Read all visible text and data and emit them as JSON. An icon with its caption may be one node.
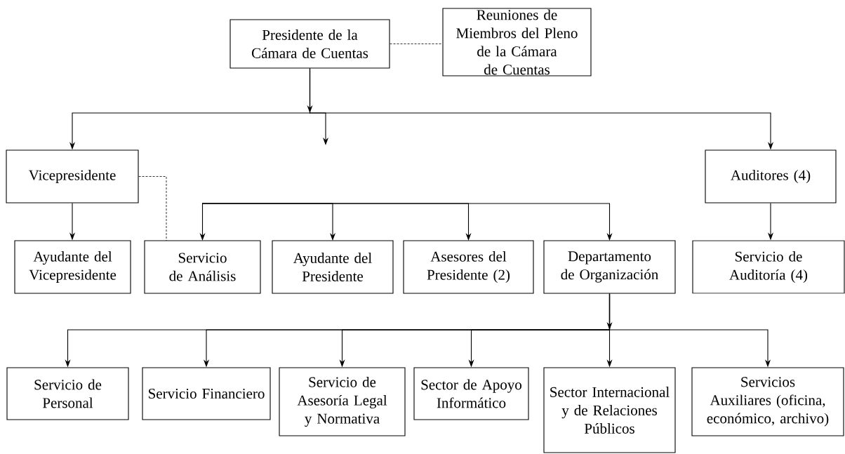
{
  "diagram": {
    "nodes": [
      {
        "text": [
          "Presidente de la Cámara de Cuentas"
        ]
      },
      {
        "text": [
          "Reuniones de Miembros del Pleno de la Cámara de Cuentas"
        ]
      },
      {
        "text": [
          "Vicepresidente"
        ]
      },
      {
        "text": [
          "Auditores (4)"
        ]
      },
      {
        "text": [
          "Ayudante del Vicepresidente"
        ]
      },
      {
        "text": [
          "Servicio de Análisis"
        ]
      },
      {
        "text": [
          "Ayudante del Presidente"
        ]
      },
      {
        "text": [
          "Asesores del Presidente (2)"
        ]
      },
      {
        "text": [
          "Departamento de Organización"
        ]
      },
      {
        "text": [
          "Servicio de Auditoría (4)"
        ]
      },
      {
        "text": [
          "Servicio de Personal"
        ]
      },
      {
        "text": [
          "Servicio Financiero"
        ]
      },
      {
        "text": [
          "Servicio de Asesoría Legal y Normativa"
        ]
      },
      {
        "text": [
          "Sector de Apoyo Informático"
        ]
      },
      {
        "text": [
          "Sector Internacional y de Relaciones Públicos"
        ]
      },
      {
        "text": [
          "Servicios Auxiliares (oficina, económico, archivo)"
        ]
      }
    ],
    "edges": [
      {
        "from": 0,
        "to": 1,
        "arrow": "none",
        "style": "dashed"
      },
      {
        "from": 0,
        "to": 2,
        "arrow": "to"
      },
      {
        "from": 0,
        "to": null,
        "arrow": "to"
      },
      {
        "from": 0,
        "to": 3,
        "arrow": "to"
      },
      {
        "from": 2,
        "to": 4,
        "arrow": "to"
      },
      {
        "from": 2,
        "to": 5,
        "arrow": "none",
        "style": "dashed"
      },
      {
        "from": null,
        "to": 5,
        "arrow": "to"
      },
      {
        "from": null,
        "to": 6,
        "arrow": "to"
      },
      {
        "from": null,
        "to": 7,
        "arrow": "to"
      },
      {
        "from": null,
        "to": 8,
        "arrow": "to"
      },
      {
        "from": 3,
        "to": 9,
        "arrow": "to"
      },
      {
        "from": 8,
        "to": 10,
        "arrow": "to"
      },
      {
        "from": 8,
        "to": 11,
        "arrow": "to"
      },
      {
        "from": 8,
        "to": 12,
        "arrow": "to"
      },
      {
        "from": 8,
        "to": 13,
        "arrow": "to"
      },
      {
        "from": 8,
        "to": 14,
        "arrow": "to"
      },
      {
        "from": 8,
        "to": 15,
        "arrow": "to"
      }
    ]
  }
}
